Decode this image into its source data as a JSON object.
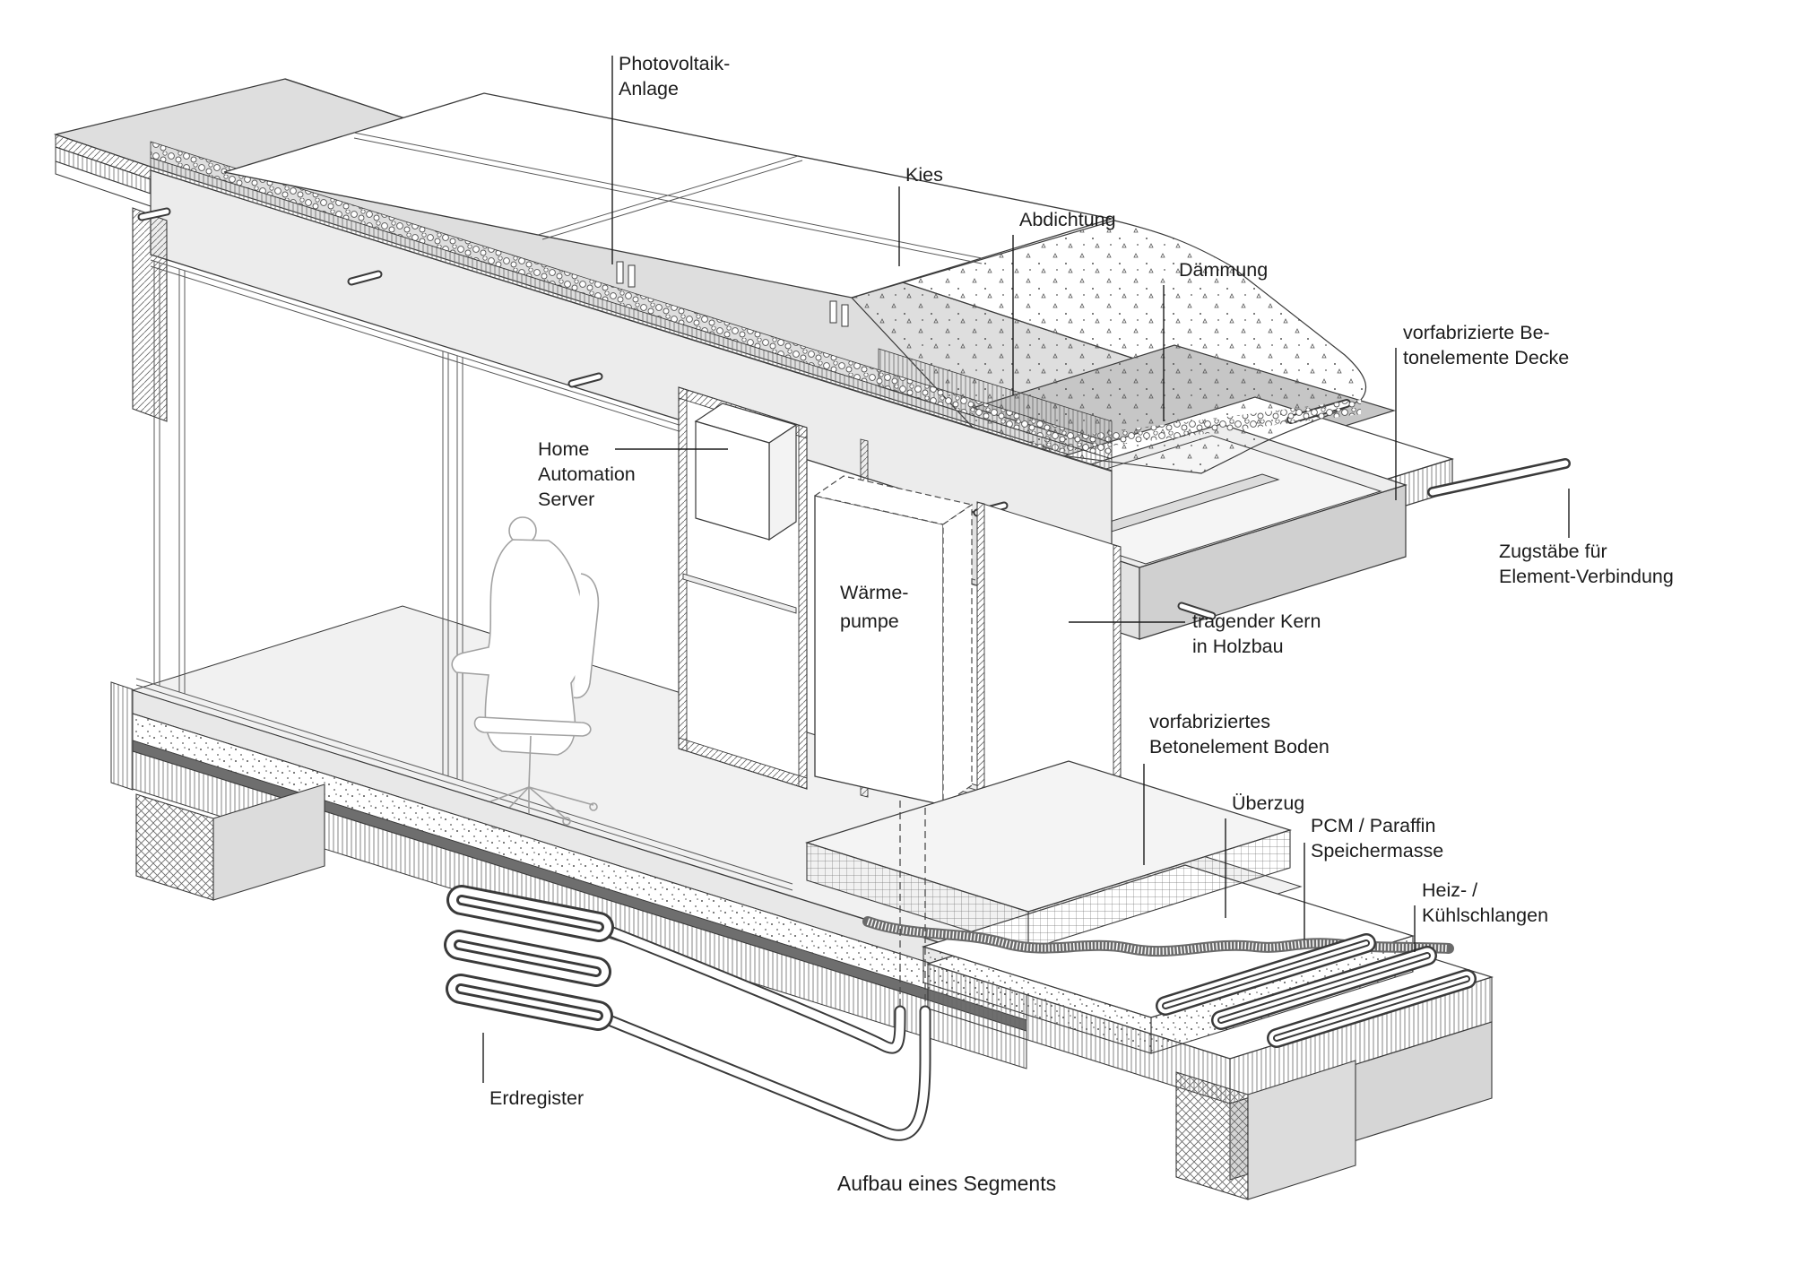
{
  "caption": "Aufbau eines Segments",
  "labels": {
    "photovoltaik": {
      "line1": "Photovoltaik-",
      "line2": "Anlage"
    },
    "kies": {
      "line1": "Kies"
    },
    "abdichtung": {
      "line1": "Abdichtung"
    },
    "daemmung": {
      "line1": "Dämmung"
    },
    "betonelemente_decke": {
      "line1": "vorfabrizierte Be-",
      "line2": "tonelemente Decke"
    },
    "zugstaebe": {
      "line1": "Zugstäbe für",
      "line2": "Element-Verbindung"
    },
    "home_automation": {
      "line1": "Home",
      "line2": "Automation",
      "line3": "Server"
    },
    "waermepumpe": {
      "line1": "Wärme-",
      "line2": "pumpe"
    },
    "tragender_kern": {
      "line1": "tragender Kern",
      "line2": "in Holzbau"
    },
    "betonelement_boden": {
      "line1": "vorfabriziertes",
      "line2": "Betonelement Boden"
    },
    "ueberzug": {
      "line1": "Überzug"
    },
    "pcm": {
      "line1": "PCM / Paraffin",
      "line2": "Speichermasse"
    },
    "heiz_kuehl": {
      "line1": "Heiz- /",
      "line2": "Kühlschlangen"
    },
    "erdregister": {
      "line1": "Erdregister"
    }
  },
  "colors": {
    "line": "#3a3a3a",
    "roof_top": "#dedede",
    "fascia": "#ececec",
    "membrane_gray": "#c6c6c6",
    "floor_gray": "#f1f1f1",
    "side_gray": "#d6d6d6",
    "pcm_band": "#6a6a6a",
    "background": "#ffffff"
  }
}
